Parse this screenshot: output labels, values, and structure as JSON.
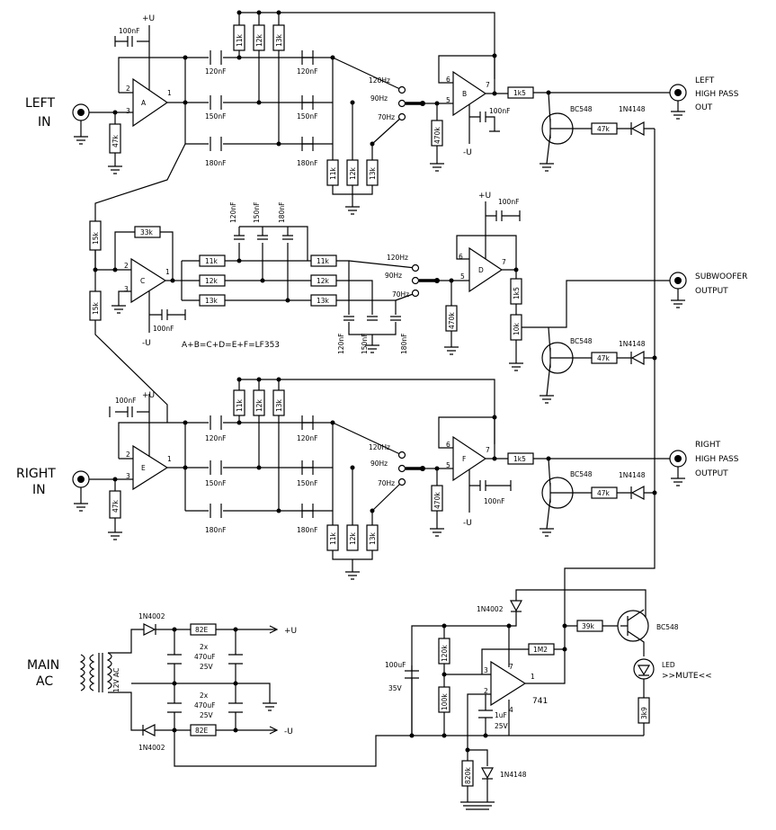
{
  "ports": {
    "left_in": [
      "LEFT",
      "IN"
    ],
    "right_in": [
      "RIGHT",
      "IN"
    ],
    "left_hp_out": [
      "LEFT",
      "HIGH PASS",
      "OUT"
    ],
    "subwoofer_out": [
      "SUBWOOFER",
      "OUTPUT"
    ],
    "right_hp_out": [
      "RIGHT",
      "HIGH PASS",
      "OUTPUT"
    ],
    "main_ac": [
      "MAIN",
      "AC"
    ]
  },
  "rails": {
    "pos": "+U",
    "neg": "-U"
  },
  "opamps": {
    "A": "A",
    "B": "B",
    "C": "C",
    "D": "D",
    "E": "E",
    "F": "F",
    "u741": "741"
  },
  "opamp_note": "A+B=C+D=E+F=LF353",
  "caps": {
    "c100n": "100nF",
    "c120": "120nF",
    "c150": "150nF",
    "c180": "180nF",
    "c1u": "1uF",
    "c25v": "25V",
    "c100u": "100uF",
    "c35v": "35V",
    "c2x": "2x",
    "c470u": "470uF"
  },
  "res": {
    "r11k": "11k",
    "r12k": "12k",
    "r13k": "13k",
    "r47k": "47k",
    "r470k": "470k",
    "r33k": "33k",
    "r15k": "15k",
    "r1k5": "1k5",
    "r10k": "10k",
    "r82e": "82E",
    "r120k": "120k",
    "r100k": "100k",
    "r1m2": "1M2",
    "r39k": "39k",
    "r3k9": "3k9",
    "r820k": "820k"
  },
  "switch": {
    "f120": "120Hz",
    "f90": "90Hz",
    "f70": "70Hz"
  },
  "semis": {
    "bc548": "BC548",
    "d4148": "1N4148",
    "d4002": "1N4002",
    "led": "LED"
  },
  "mute": ">>MUTE<<",
  "transformer_label": "12V AC",
  "pins": {
    "p1": "1",
    "p2": "2",
    "p3": "3",
    "p4": "4",
    "p5": "5",
    "p6": "6",
    "p7": "7"
  }
}
